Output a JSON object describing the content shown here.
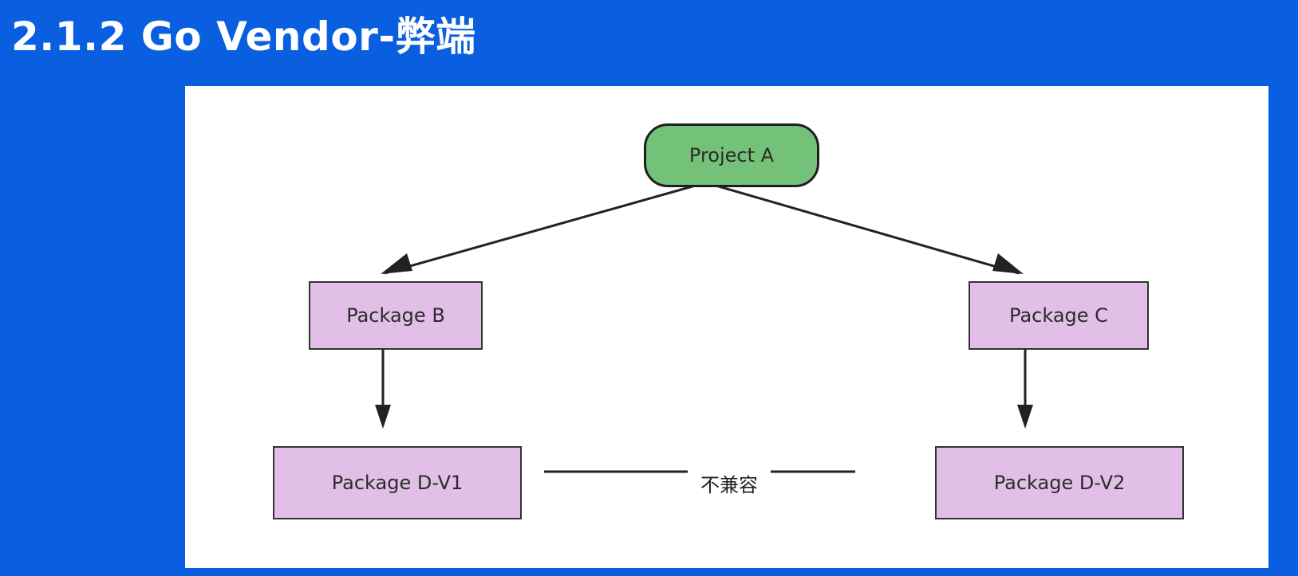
{
  "slide": {
    "title": "2.1.2 Go Vendor-弊端"
  },
  "diagram": {
    "nodes": {
      "project_a": "Project A",
      "package_b": "Package B",
      "package_c": "Package C",
      "package_d_v1": "Package D-V1",
      "package_d_v2": "Package D-V2"
    },
    "conflict_label": "不兼容"
  },
  "colors": {
    "background": "#0a5fe0",
    "panel": "#ffffff",
    "root_node_fill": "#74c27a",
    "package_node_fill": "#e1bfe6",
    "line": "#222222"
  }
}
